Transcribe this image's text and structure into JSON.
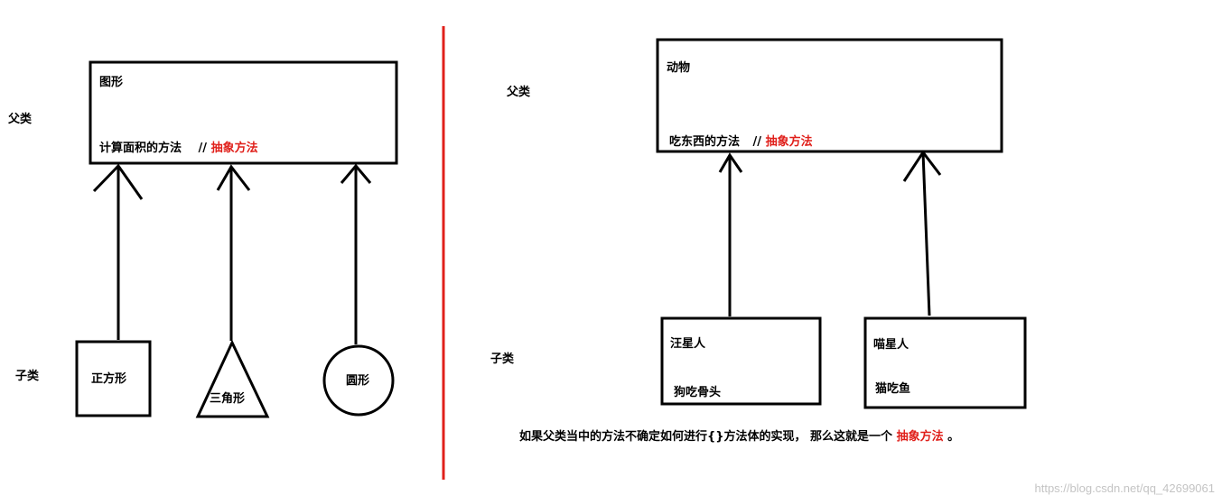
{
  "left": {
    "parent_label": "父类",
    "child_label": "子类",
    "parent_box": {
      "title": "图形",
      "method": "计算面积的方法",
      "comment_prefix": "//",
      "comment_highlight": "抽象方法"
    },
    "children": [
      {
        "shape": "square",
        "text": "正方形"
      },
      {
        "shape": "triangle",
        "text": "三角形"
      },
      {
        "shape": "circle",
        "text": "圆形"
      }
    ]
  },
  "right": {
    "parent_label": "父类",
    "child_label": "子类",
    "parent_box": {
      "title": "动物",
      "method": "吃东西的方法",
      "comment_prefix": "//",
      "comment_highlight": "抽象方法"
    },
    "children": [
      {
        "name": "汪星人",
        "desc": "狗吃骨头"
      },
      {
        "name": "喵星人",
        "desc": "猫吃鱼"
      }
    ],
    "note": {
      "before": "如果父类当中的方法不确定如何进行{}方法体的实现，  那么这就是一个",
      "highlight": "抽象方法",
      "after": "。"
    }
  },
  "watermark": "https://blog.csdn.net/qq_42699061",
  "colors": {
    "divider": "#e0201b",
    "highlight": "#e0201b",
    "stroke": "#000000",
    "watermark": "#c4c4c4"
  }
}
